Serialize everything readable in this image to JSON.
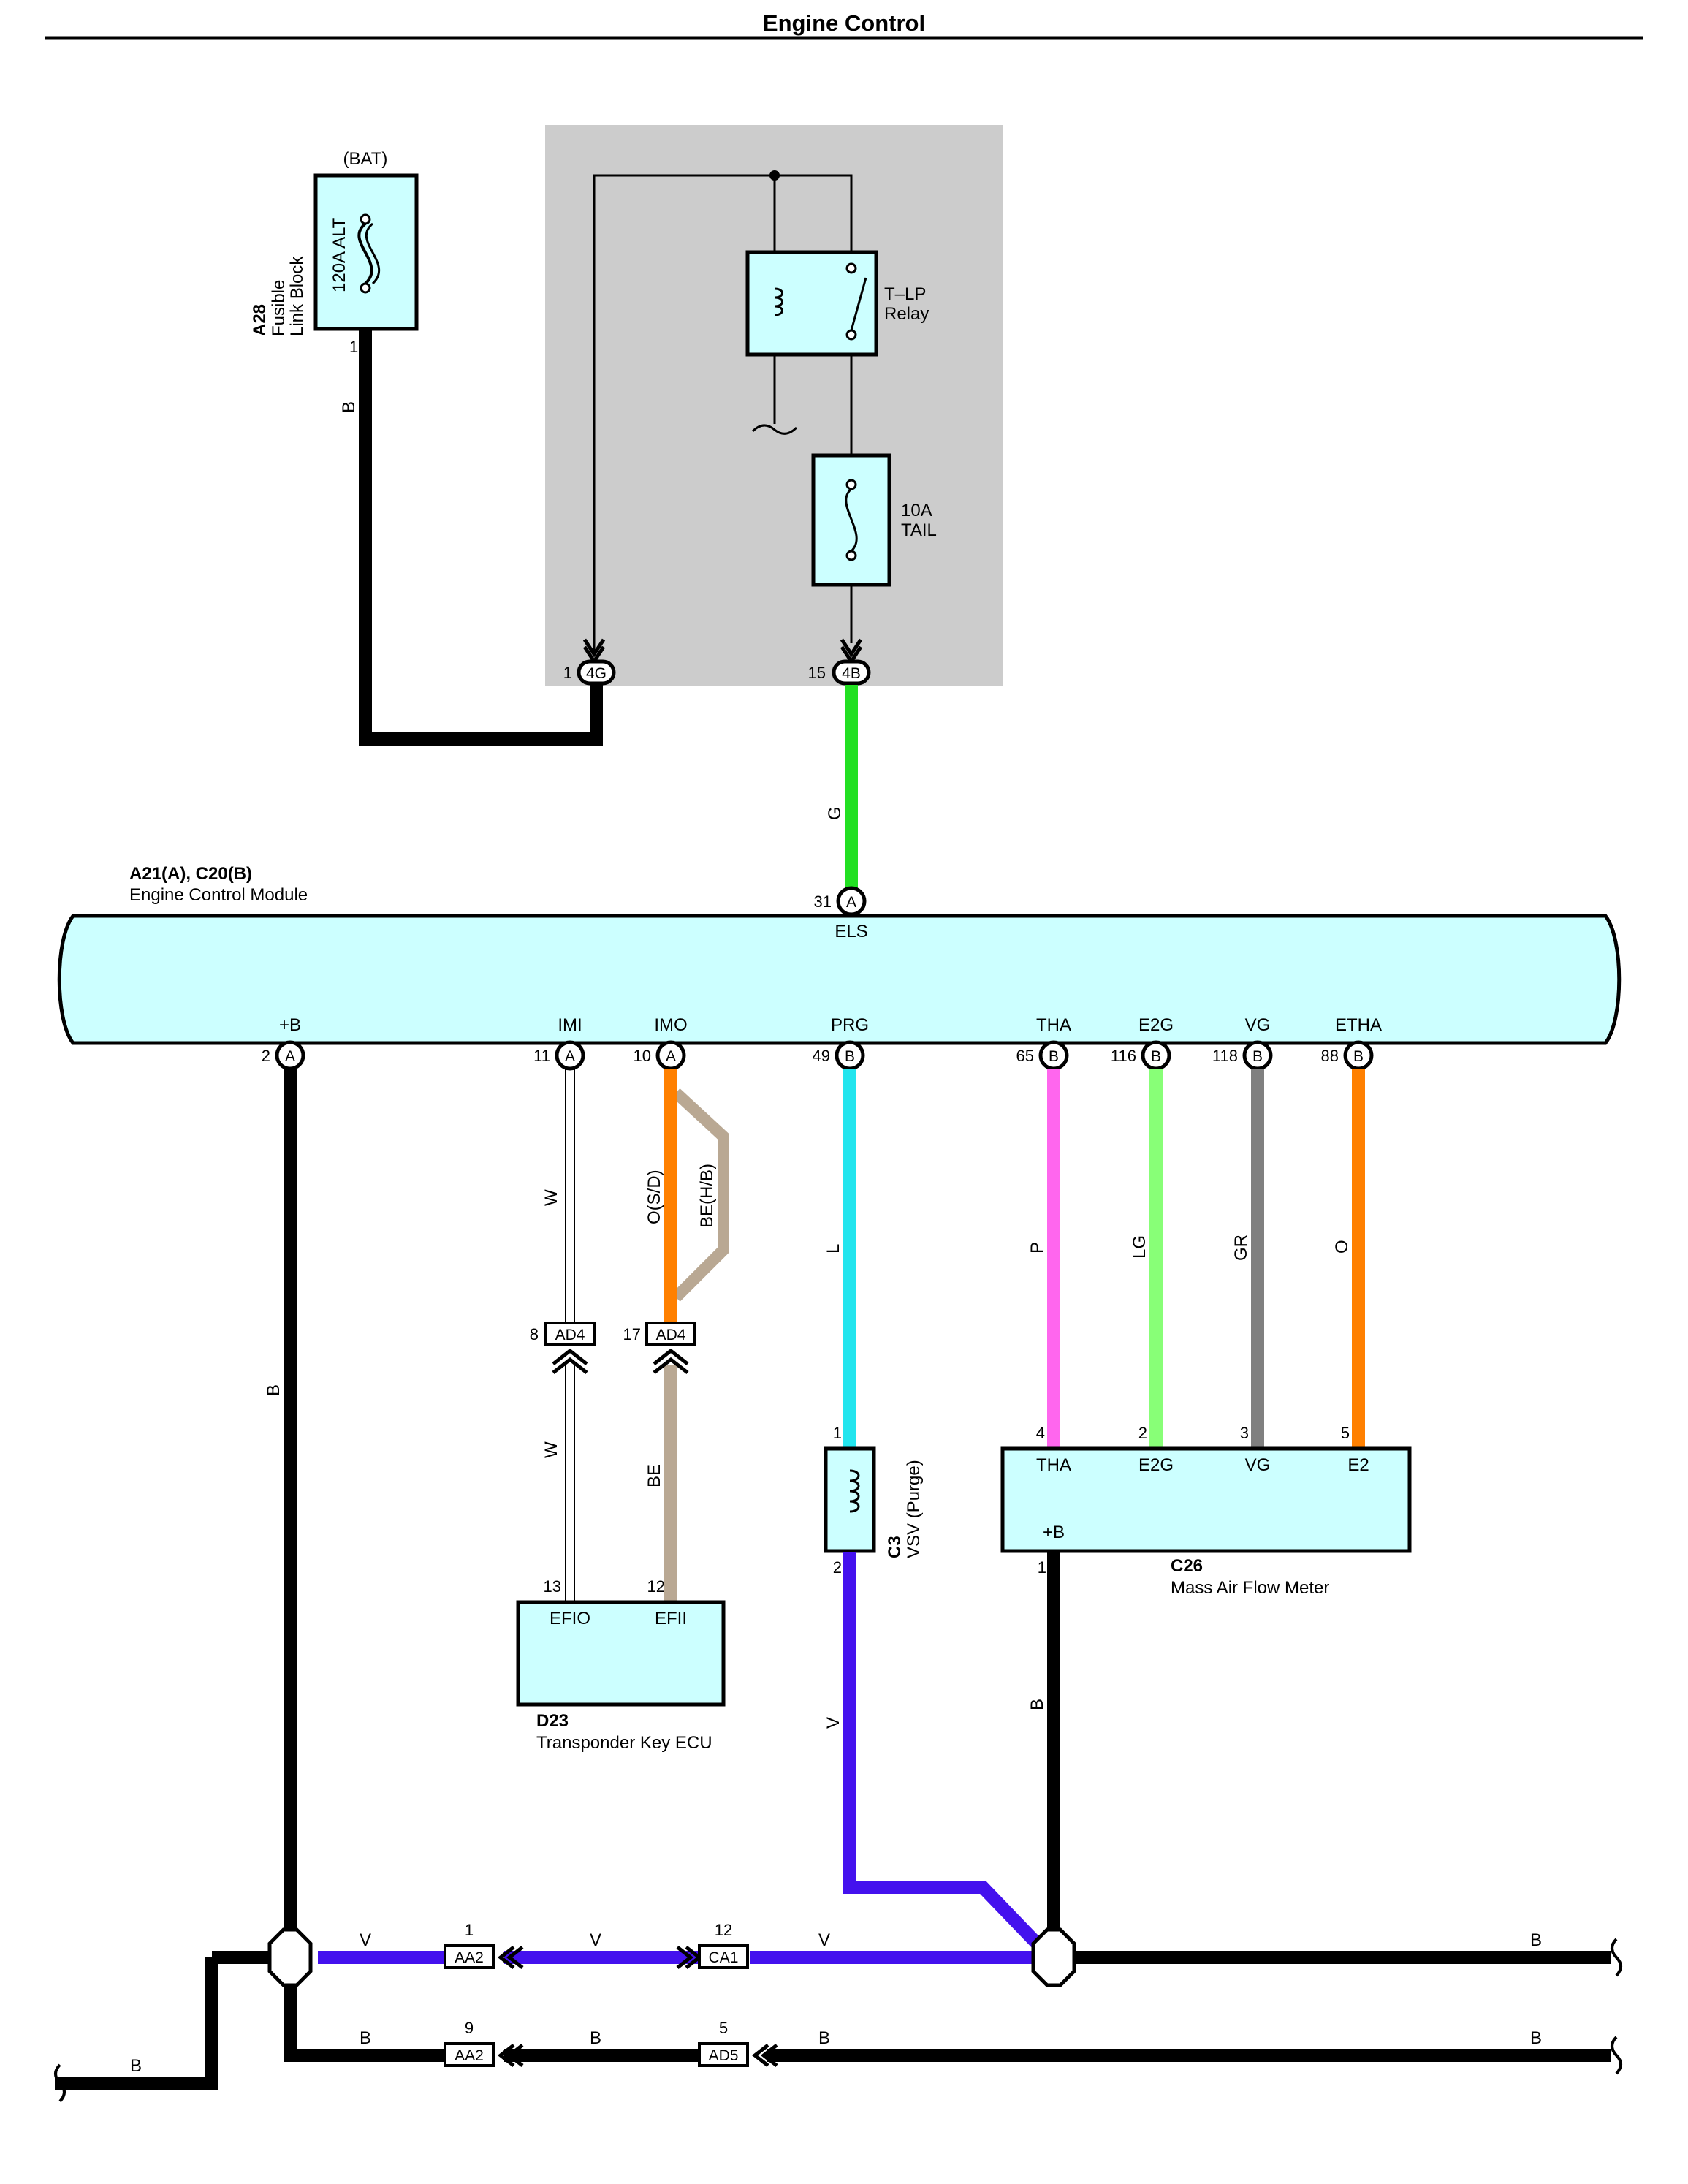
{
  "title": "Engine Control",
  "colors": {
    "black": "#000000",
    "green": "#22e022",
    "cyan": "#22e5ee",
    "orange": "#ff8000",
    "tan": "#b9a893",
    "pink": "#ff66ee",
    "light_green": "#88ff77",
    "gray": "#808080",
    "violet": "#4411ee",
    "component_fill": "#ccffff",
    "relay_box_fill": "#cccccc"
  },
  "fusible_link": {
    "code": "A28",
    "name_line1": "Fusible",
    "name_line2": "Link Block",
    "supply": "(BAT)",
    "fuse": "120A ALT",
    "pin": "1",
    "wire": "B"
  },
  "relay_block": {
    "relay_line1": "T–LP",
    "relay_line2": "Relay",
    "fuse_line1": "10A",
    "fuse_line2": "TAIL",
    "conn_left_pin": "1",
    "conn_left": "4G",
    "conn_right_pin": "15",
    "conn_right": "4B"
  },
  "ecm": {
    "code": "A21(A), C20(B)",
    "name": "Engine Control Module",
    "top_pin_num": "31",
    "top_pin_conn": "A",
    "top_pin_label": "ELS",
    "top_wire": "G",
    "pins": [
      {
        "num": "2",
        "conn": "A",
        "label": "+B"
      },
      {
        "num": "11",
        "conn": "A",
        "label": "IMI"
      },
      {
        "num": "10",
        "conn": "A",
        "label": "IMO"
      },
      {
        "num": "49",
        "conn": "B",
        "label": "PRG"
      },
      {
        "num": "65",
        "conn": "B",
        "label": "THA"
      },
      {
        "num": "116",
        "conn": "B",
        "label": "E2G"
      },
      {
        "num": "118",
        "conn": "B",
        "label": "VG"
      },
      {
        "num": "88",
        "conn": "B",
        "label": "ETHA"
      }
    ]
  },
  "wires": {
    "plus_b": "B",
    "imi": "W",
    "imi_lower": "W",
    "imo": "O(S/D)",
    "imo_alt": "BE(H/B)",
    "imo_lower": "BE",
    "prg": "L",
    "prg_lower": "V",
    "tha": "P",
    "e2g": "LG",
    "vg": "GR",
    "etha": "O",
    "maf_b": "B"
  },
  "junction_ad4": {
    "left_pin": "8",
    "right_pin": "17",
    "name": "AD4"
  },
  "transponder": {
    "code": "D23",
    "name": "Transponder Key ECU",
    "pin_left": "13",
    "pin_left_label": "EFIO",
    "pin_right": "12",
    "pin_right_label": "EFII"
  },
  "vsv": {
    "code": "C3",
    "name": "VSV (Purge)",
    "pin_top": "1",
    "pin_bottom": "2"
  },
  "maf": {
    "code": "C26",
    "name": "Mass Air Flow Meter",
    "pins": [
      {
        "num": "4",
        "label": "THA"
      },
      {
        "num": "2",
        "label": "E2G"
      },
      {
        "num": "3",
        "label": "VG"
      },
      {
        "num": "5",
        "label": "E2"
      }
    ],
    "plus_b_label": "+B",
    "plus_b_pin": "1"
  },
  "bottom": {
    "row1": {
      "wire_labels": [
        "V",
        "V",
        "V",
        "B"
      ],
      "conn1_pin": "1",
      "conn1": "AA2",
      "conn2_pin": "12",
      "conn2": "CA1"
    },
    "row2": {
      "wire_labels": [
        "B",
        "B",
        "B",
        "B"
      ],
      "conn1_pin": "9",
      "conn1": "AA2",
      "conn2_pin": "5",
      "conn2": "AD5"
    },
    "left_wire": "B"
  }
}
